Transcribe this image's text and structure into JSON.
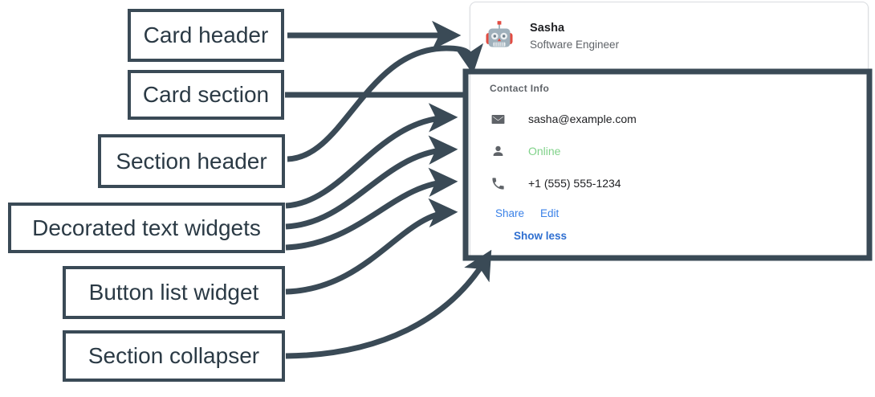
{
  "annotations": {
    "stroke_color": "#3a4a56",
    "labels": [
      {
        "id": "card-header",
        "text": "Card header"
      },
      {
        "id": "card-section",
        "text": "Card section"
      },
      {
        "id": "section-header",
        "text": "Section header"
      },
      {
        "id": "decorated-text",
        "text": "Decorated text widgets"
      },
      {
        "id": "button-list",
        "text": "Button list widget"
      },
      {
        "id": "section-collapser",
        "text": "Section collapser"
      }
    ]
  },
  "card": {
    "header": {
      "avatar_icon": "robot-avatar-icon",
      "title": "Sasha",
      "subtitle": "Software Engineer"
    },
    "section": {
      "header": "Contact Info",
      "rows": [
        {
          "icon": "email-icon",
          "text": "sasha@example.com",
          "color": "#202124"
        },
        {
          "icon": "person-icon",
          "text": "Online",
          "color": "#81d28a"
        },
        {
          "icon": "phone-icon",
          "text": "+1 (555) 555-1234",
          "color": "#202124"
        }
      ],
      "buttons": [
        {
          "label": "Share"
        },
        {
          "label": "Edit"
        }
      ],
      "collapser": {
        "label": "Show less"
      }
    }
  },
  "colors": {
    "link_blue": "#3b82e8",
    "collapser_blue": "#2f6fd0",
    "status_green": "#81d28a",
    "annotation": "#3a4a56"
  }
}
